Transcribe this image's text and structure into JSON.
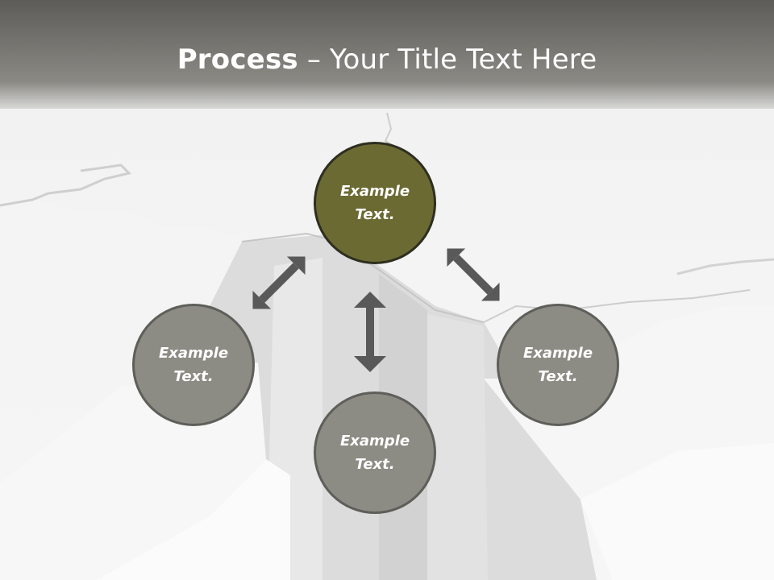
{
  "title": {
    "bold": "Process",
    "rest": " – Your Title Text Here"
  },
  "nodes": [
    {
      "label": "Example Text.",
      "role": "center-top",
      "color": "#6b6a33"
    },
    {
      "label": "Example Text.",
      "role": "left",
      "color": "#8c8b84"
    },
    {
      "label": "Example Text.",
      "role": "bottom",
      "color": "#8c8b84"
    },
    {
      "label": "Example Text.",
      "role": "right",
      "color": "#8c8b84"
    }
  ],
  "colors": {
    "header": "#6e6d68",
    "arrow": "#595959",
    "accent": "#6b6a33"
  }
}
